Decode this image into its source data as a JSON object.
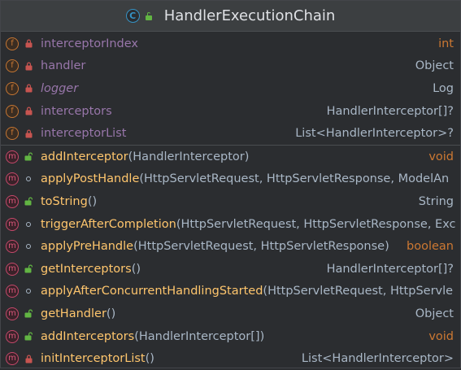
{
  "header": {
    "title": "HandlerExecutionChain",
    "class_icon": "C"
  },
  "fields": [
    {
      "name": "interceptorIndex",
      "type": "int",
      "type_kw": true,
      "italic": false
    },
    {
      "name": "handler",
      "type": "Object",
      "type_kw": false,
      "italic": false
    },
    {
      "name": "logger",
      "type": "Log",
      "type_kw": false,
      "italic": true
    },
    {
      "name": "interceptors",
      "type": "HandlerInterceptor[]?",
      "type_kw": false,
      "italic": false
    },
    {
      "name": "interceptorList",
      "type": "List<HandlerInterceptor>?",
      "type_kw": false,
      "italic": false
    }
  ],
  "methods": [
    {
      "name": "addInterceptor",
      "params": "(HandlerInterceptor)",
      "type": "void",
      "type_kw": true,
      "visibility": "public"
    },
    {
      "name": "applyPostHandle",
      "params": "(HttpServletRequest, HttpServletResponse, ModelAn",
      "type": "",
      "type_kw": false,
      "visibility": "package"
    },
    {
      "name": "toString",
      "params": "()",
      "type": "String",
      "type_kw": false,
      "visibility": "public"
    },
    {
      "name": "triggerAfterCompletion",
      "params": "(HttpServletRequest, HttpServletResponse, Exc",
      "type": "",
      "type_kw": false,
      "visibility": "package"
    },
    {
      "name": "applyPreHandle",
      "params": "(HttpServletRequest, HttpServletResponse)",
      "type": "boolean",
      "type_kw": true,
      "visibility": "package"
    },
    {
      "name": "getInterceptors",
      "params": "()",
      "type": "HandlerInterceptor[]?",
      "type_kw": false,
      "visibility": "public"
    },
    {
      "name": "applyAfterConcurrentHandlingStarted",
      "params": "(HttpServletRequest, HttpServle",
      "type": "",
      "type_kw": false,
      "visibility": "package"
    },
    {
      "name": "getHandler",
      "params": "()",
      "type": "Object",
      "type_kw": false,
      "visibility": "public"
    },
    {
      "name": "addInterceptors",
      "params": "(HandlerInterceptor[])",
      "type": "void",
      "type_kw": true,
      "visibility": "public"
    },
    {
      "name": "initInterceptorList",
      "params": "()",
      "type": "List<HandlerInterceptor>",
      "type_kw": false,
      "visibility": "private"
    }
  ],
  "icons": {
    "field": "field-icon",
    "method": "method-icon",
    "private": "lock-icon",
    "public": "unlock-icon",
    "package": "package-dot-icon"
  },
  "colors": {
    "background": "#2b2d30",
    "header": "#3c3f41",
    "field_name": "#9876aa",
    "method_name": "#ffc66d",
    "keyword_type": "#cc7832",
    "plain": "#a9b7c6"
  }
}
